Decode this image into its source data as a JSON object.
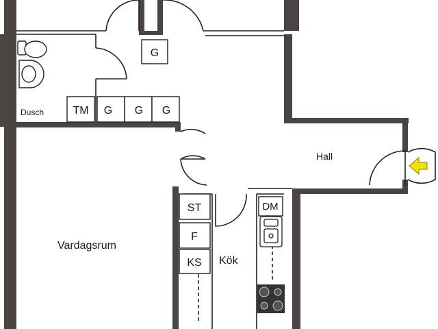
{
  "rooms": {
    "dusch": "Dusch",
    "hall": "Hall",
    "vardagsrum": "Vardagsrum",
    "kok": "Kök"
  },
  "fixtures": {
    "g_top": "G",
    "tm": "TM",
    "g1": "G",
    "g2": "G",
    "g3": "G",
    "st": "ST",
    "f": "F",
    "ks": "KS",
    "dm": "DM"
  },
  "colors": {
    "wall": "#4a4543",
    "line": "#222222",
    "entrance_arrow": "#f2e200"
  },
  "icons": [
    "toilet-icon",
    "washbasin-icon",
    "sink-icon",
    "stove-icon",
    "entrance-arrow-icon"
  ]
}
